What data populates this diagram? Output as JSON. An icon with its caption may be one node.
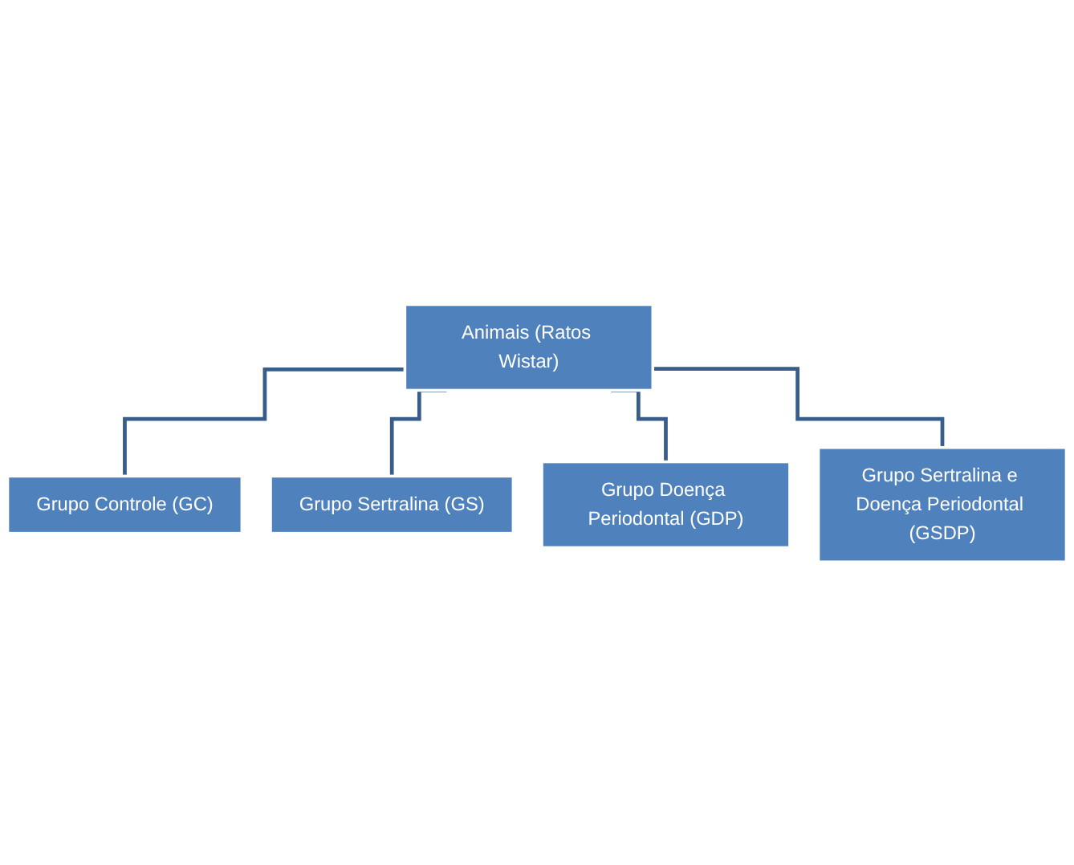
{
  "diagram": {
    "nodes": [
      {
        "text": [
          "Animais (Ratos Wistar)"
        ]
      },
      {
        "text": [
          "Grupo Controle (GC)"
        ]
      },
      {
        "text": [
          "Grupo Sertralina (GS)"
        ]
      },
      {
        "text": [
          "Grupo Doença Periodontal (GDP)"
        ]
      },
      {
        "text": [
          "Grupo Sertralina e Doença Periodontal (GSDP)"
        ]
      }
    ],
    "edges": [
      {
        "from": 0,
        "to": 1,
        "arrow": "none"
      },
      {
        "from": 0,
        "to": 2,
        "arrow": "none"
      },
      {
        "from": 0,
        "to": 3,
        "arrow": "none"
      },
      {
        "from": 0,
        "to": 4,
        "arrow": "none"
      }
    ]
  }
}
